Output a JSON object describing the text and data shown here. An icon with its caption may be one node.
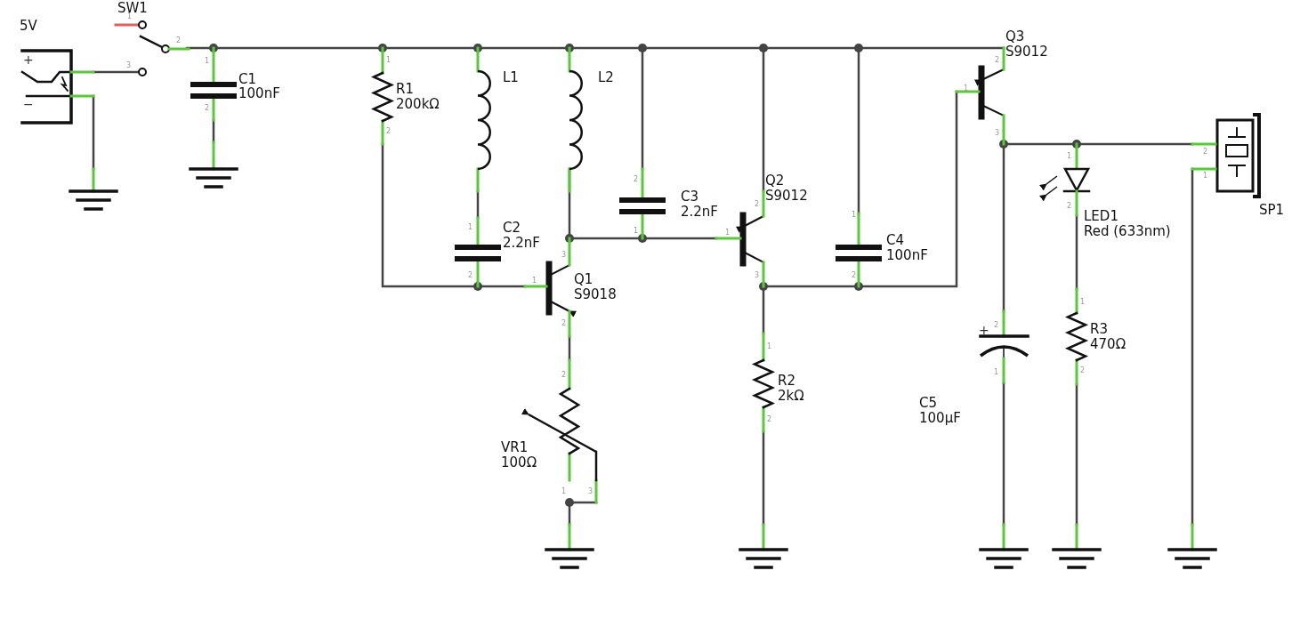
{
  "diagram": {
    "labels": [
      "5V",
      "+",
      "−",
      "SW1",
      "1",
      "2",
      "3",
      "C1",
      "100nF",
      "1",
      "2",
      "R1",
      "200kΩ",
      "1",
      "2",
      "L1",
      "L2",
      "C2",
      "2.2nF",
      "1",
      "2",
      "C3",
      "2.2nF",
      "2",
      "1",
      "Q1",
      "S9018",
      "1",
      "3",
      "2",
      "VR1",
      "100Ω",
      "2",
      "1",
      "3",
      "Q2",
      "S9012",
      "2",
      "1",
      "3",
      "R2",
      "2kΩ",
      "1",
      "2",
      "C4",
      "100nF",
      "1",
      "2",
      "Q3",
      "S9012",
      "1",
      "2",
      "3",
      "C5",
      "100µF",
      "+",
      "2",
      "1",
      "LED1",
      "Red (633nm)",
      "1",
      "2",
      "R3",
      "470Ω",
      "1",
      "2",
      "SP1",
      "2",
      "1"
    ]
  }
}
